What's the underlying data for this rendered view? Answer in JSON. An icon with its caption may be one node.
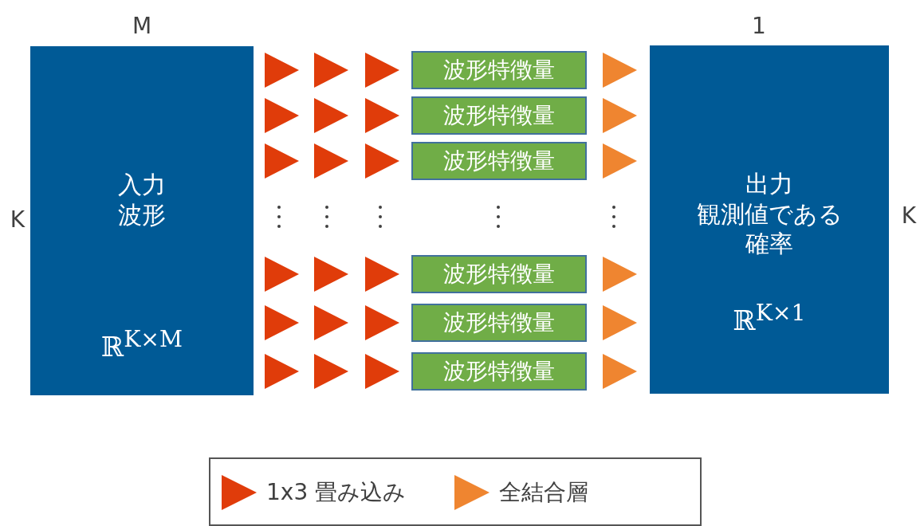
{
  "diagram": {
    "nodes": [
      {
        "text": [
          "入力波形",
          "ℝ$^{K×M}$"
        ]
      },
      {
        "text": [
          "波形特徴量"
        ]
      },
      {
        "text": [
          "波形特徴量"
        ]
      },
      {
        "text": [
          "波形特徴量"
        ]
      },
      {
        "text": [
          "波形特徴量"
        ]
      },
      {
        "text": [
          "波形特徴量"
        ]
      },
      {
        "text": [
          "波形特徴量"
        ]
      },
      {
        "text": [
          "出力",
          "観測値である確率",
          "ℝ$^{K×1}$"
        ]
      }
    ],
    "labels": [
      "M",
      "1",
      "K",
      "K"
    ],
    "legend": [
      {
        "text": "1x3 畳み込み",
        "color": "#e03c0a"
      },
      {
        "text": "全結合層",
        "color": "#ef8530"
      }
    ]
  }
}
